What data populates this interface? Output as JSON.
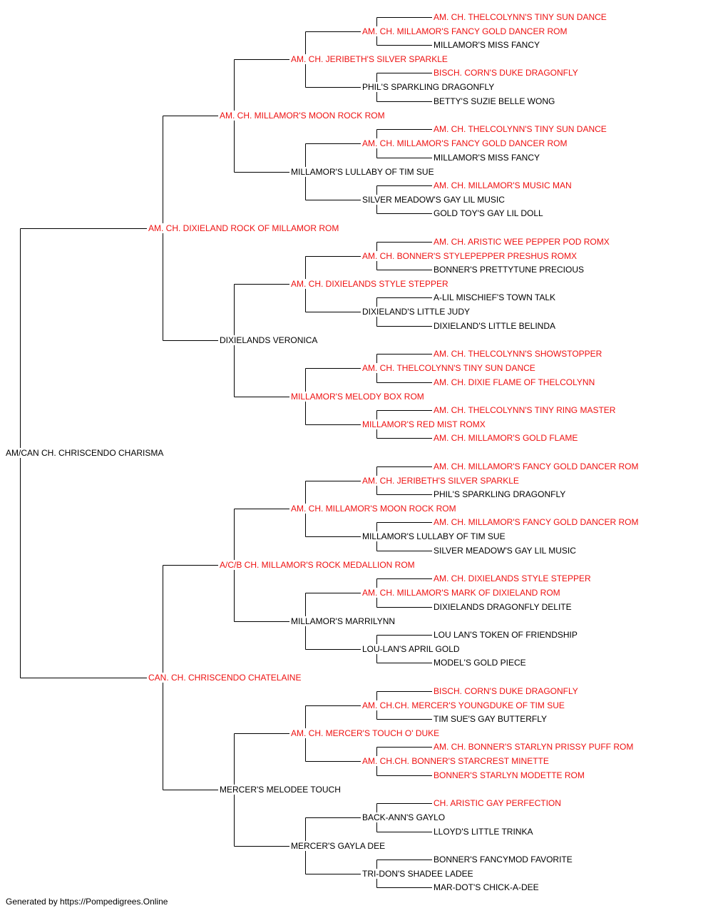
{
  "colors": {
    "champion": "#ee1111",
    "normal": "#000000",
    "line": "#000000"
  },
  "footer": "Generated by https://Pompedigrees.Online",
  "pedigree": {
    "name": "AM/CAN CH. CHRISCENDO CHARISMA",
    "champ": false,
    "sire": {
      "name": "AM. CH. DIXIELAND ROCK OF MILLAMOR ROM",
      "champ": true,
      "sire": {
        "name": "AM. CH. MILLAMOR'S MOON ROCK ROM",
        "champ": true,
        "sire": {
          "name": "AM. CH. JERIBETH'S SILVER SPARKLE",
          "champ": true,
          "sire": {
            "name": "AM. CH. MILLAMOR'S FANCY GOLD DANCER ROM",
            "champ": true,
            "sire": {
              "name": "AM. CH. THELCOLYNN'S TINY SUN DANCE",
              "champ": true
            },
            "dam": {
              "name": "MILLAMOR'S MISS FANCY",
              "champ": false
            }
          },
          "dam": {
            "name": "PHIL'S SPARKLING DRAGONFLY",
            "champ": false,
            "sire": {
              "name": "BISCH. CORN'S DUKE DRAGONFLY",
              "champ": true
            },
            "dam": {
              "name": "BETTY'S SUZIE BELLE WONG",
              "champ": false
            }
          }
        },
        "dam": {
          "name": "MILLAMOR'S LULLABY OF TIM SUE",
          "champ": false,
          "sire": {
            "name": "AM. CH. MILLAMOR'S FANCY GOLD DANCER ROM",
            "champ": true,
            "sire": {
              "name": "AM. CH. THELCOLYNN'S TINY SUN DANCE",
              "champ": true
            },
            "dam": {
              "name": "MILLAMOR'S MISS FANCY",
              "champ": false
            }
          },
          "dam": {
            "name": "SILVER MEADOW'S GAY LIL MUSIC",
            "champ": false,
            "sire": {
              "name": "AM. CH. MILLAMOR'S MUSIC MAN",
              "champ": true
            },
            "dam": {
              "name": "GOLD TOY'S GAY LIL DOLL",
              "champ": false
            }
          }
        }
      },
      "dam": {
        "name": "DIXIELANDS VERONICA",
        "champ": false,
        "sire": {
          "name": "AM. CH. DIXIELANDS STYLE STEPPER",
          "champ": true,
          "sire": {
            "name": "AM. CH. BONNER'S STYLEPEPPER PRESHUS ROMX",
            "champ": true,
            "sire": {
              "name": "AM. CH. ARISTIC WEE PEPPER POD ROMX",
              "champ": true
            },
            "dam": {
              "name": "BONNER'S PRETTYTUNE PRECIOUS",
              "champ": false
            }
          },
          "dam": {
            "name": "DIXIELAND'S LITTLE JUDY",
            "champ": false,
            "sire": {
              "name": "A-LIL MISCHIEF'S TOWN TALK",
              "champ": false
            },
            "dam": {
              "name": "DIXIELAND'S LITTLE BELINDA",
              "champ": false
            }
          }
        },
        "dam": {
          "name": "MILLAMOR'S MELODY BOX ROM",
          "champ": true,
          "sire": {
            "name": "AM. CH. THELCOLYNN'S TINY SUN DANCE",
            "champ": true,
            "sire": {
              "name": "AM. CH. THELCOLYNN'S SHOWSTOPPER",
              "champ": true
            },
            "dam": {
              "name": "AM. CH. DIXIE FLAME OF THELCOLYNN",
              "champ": true
            }
          },
          "dam": {
            "name": "MILLAMOR'S RED MIST ROMX",
            "champ": true,
            "sire": {
              "name": "AM. CH. THELCOLYNN'S TINY RING MASTER",
              "champ": true
            },
            "dam": {
              "name": "AM. CH. MILLAMOR'S GOLD FLAME",
              "champ": true
            }
          }
        }
      }
    },
    "dam": {
      "name": "CAN. CH. CHRISCENDO CHATELAINE",
      "champ": true,
      "sire": {
        "name": "A/C/B CH. MILLAMOR'S ROCK MEDALLION ROM",
        "champ": true,
        "sire": {
          "name": "AM. CH. MILLAMOR'S MOON ROCK ROM",
          "champ": true,
          "sire": {
            "name": "AM. CH. JERIBETH'S SILVER SPARKLE",
            "champ": true,
            "sire": {
              "name": "AM. CH. MILLAMOR'S FANCY GOLD DANCER ROM",
              "champ": true
            },
            "dam": {
              "name": "PHIL'S SPARKLING DRAGONFLY",
              "champ": false
            }
          },
          "dam": {
            "name": "MILLAMOR'S LULLABY OF TIM SUE",
            "champ": false,
            "sire": {
              "name": "AM. CH. MILLAMOR'S FANCY GOLD DANCER ROM",
              "champ": true
            },
            "dam": {
              "name": "SILVER MEADOW'S GAY LIL MUSIC",
              "champ": false
            }
          }
        },
        "dam": {
          "name": "MILLAMOR'S MARRILYNN",
          "champ": false,
          "sire": {
            "name": "AM. CH. MILLAMOR'S MARK OF DIXIELAND ROM",
            "champ": true,
            "sire": {
              "name": "AM. CH. DIXIELANDS STYLE STEPPER",
              "champ": true
            },
            "dam": {
              "name": "DIXIELANDS DRAGONFLY DELITE",
              "champ": false
            }
          },
          "dam": {
            "name": "LOU-LAN'S APRIL GOLD",
            "champ": false,
            "sire": {
              "name": "LOU LAN'S TOKEN OF FRIENDSHIP",
              "champ": false
            },
            "dam": {
              "name": "MODEL'S GOLD PIECE",
              "champ": false
            }
          }
        }
      },
      "dam": {
        "name": "MERCER'S MELODEE TOUCH",
        "champ": false,
        "sire": {
          "name": "AM. CH. MERCER'S TOUCH O' DUKE",
          "champ": true,
          "sire": {
            "name": "AM. CH.CH. MERCER'S YOUNGDUKE OF TIM SUE",
            "champ": true,
            "sire": {
              "name": "BISCH. CORN'S DUKE DRAGONFLY",
              "champ": true
            },
            "dam": {
              "name": "TIM SUE'S GAY BUTTERFLY",
              "champ": false
            }
          },
          "dam": {
            "name": "AM. CH.CH. BONNER'S STARCREST MINETTE",
            "champ": true,
            "sire": {
              "name": "AM. CH. BONNER'S STARLYN PRISSY PUFF ROM",
              "champ": true
            },
            "dam": {
              "name": "BONNER'S STARLYN MODETTE ROM",
              "champ": true
            }
          }
        },
        "dam": {
          "name": "MERCER'S GAYLA DEE",
          "champ": false,
          "sire": {
            "name": "BACK-ANN'S GAYLO",
            "champ": false,
            "sire": {
              "name": "CH. ARISTIC GAY PERFECTION",
              "champ": true
            },
            "dam": {
              "name": "LLOYD'S LITTLE TRINKA",
              "champ": false
            }
          },
          "dam": {
            "name": "TRI-DON'S SHADEE LADEE",
            "champ": false,
            "sire": {
              "name": "BONNER'S FANCYMOD FAVORITE",
              "champ": false
            },
            "dam": {
              "name": "MAR-DOT'S CHICK-A-DEE",
              "champ": false
            }
          }
        }
      }
    }
  }
}
